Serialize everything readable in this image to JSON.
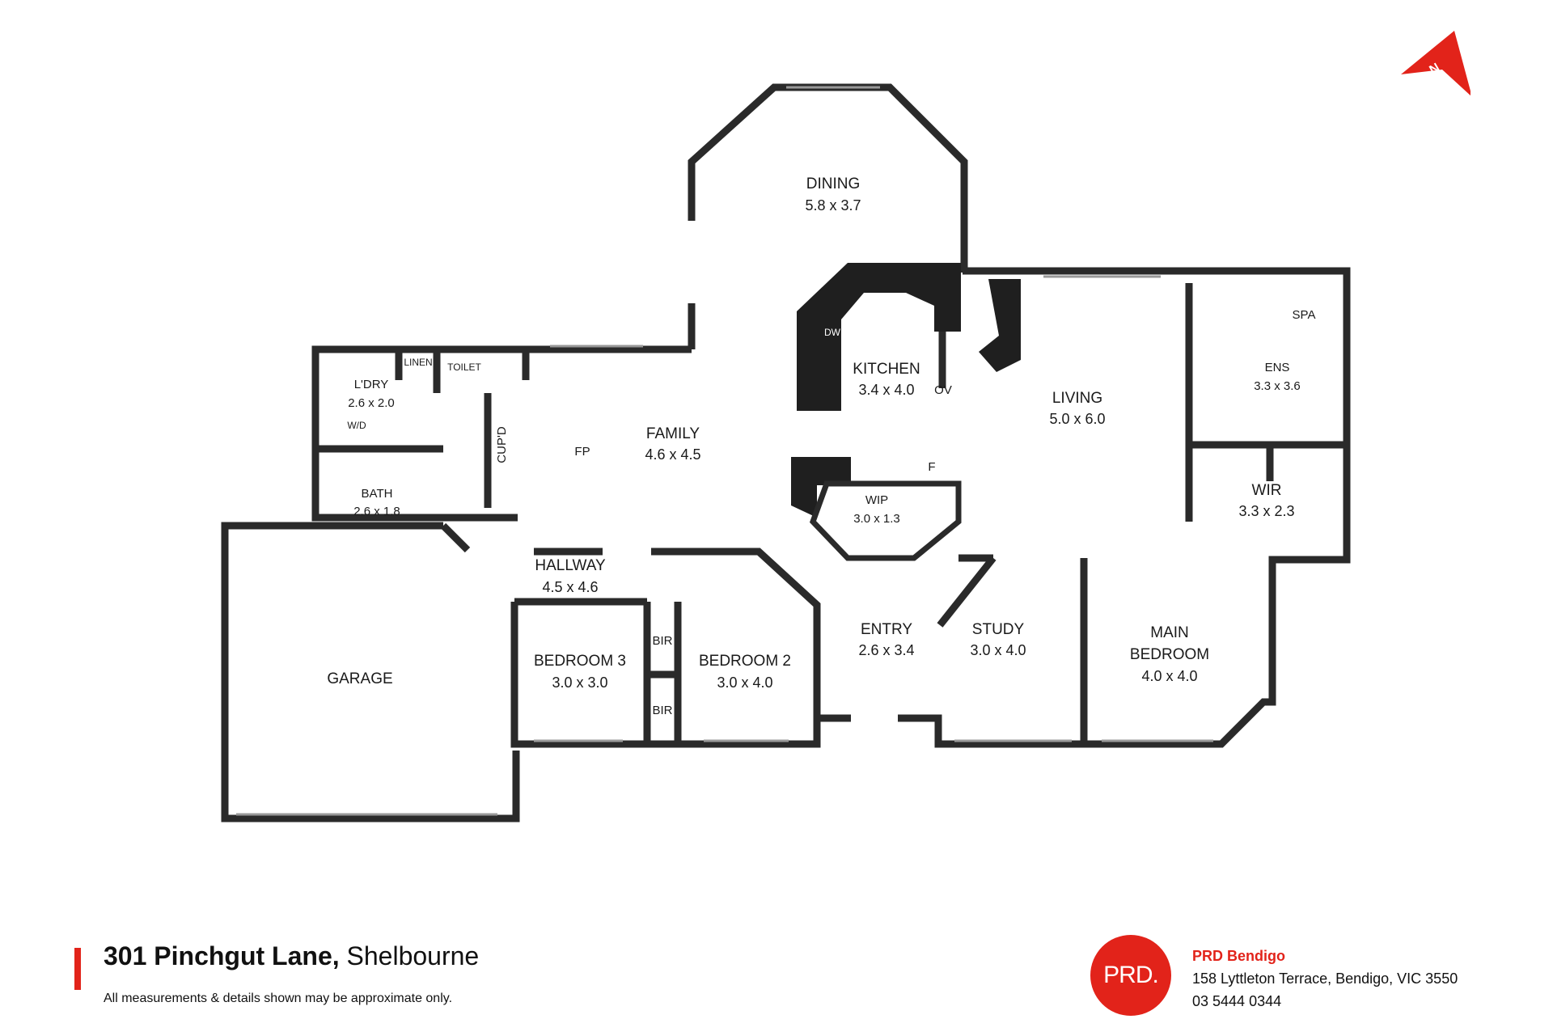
{
  "accent_color": "#e2231a",
  "wall_color": "#2a2a2a",
  "rooms": {
    "dining": {
      "name": "DINING",
      "dim": "5.8 x 3.7"
    },
    "kitchen": {
      "name": "KITCHEN",
      "dim": "3.4 x 4.0"
    },
    "living": {
      "name": "LIVING",
      "dim": "5.0 x 6.0"
    },
    "family": {
      "name": "FAMILY",
      "dim": "4.6 x 4.5"
    },
    "ldry": {
      "name": "L'DRY",
      "dim": "2.6 x 2.0"
    },
    "bath": {
      "name": "BATH",
      "dim": "2.6 x 1.8"
    },
    "ens": {
      "name": "ENS",
      "dim": "3.3 x 3.6"
    },
    "wir": {
      "name": "WIR",
      "dim": "3.3 x 2.3"
    },
    "wip": {
      "name": "WIP",
      "dim": "3.0 x 1.3"
    },
    "hallway": {
      "name": "HALLWAY",
      "dim": "4.5 x 4.6"
    },
    "bedroom3": {
      "name": "BEDROOM 3",
      "dim": "3.0 x 3.0"
    },
    "bedroom2": {
      "name": "BEDROOM 2",
      "dim": "3.0 x 4.0"
    },
    "entry": {
      "name": "ENTRY",
      "dim": "2.6 x 3.4"
    },
    "study": {
      "name": "STUDY",
      "dim": "3.0 x 4.0"
    },
    "main_bedroom": {
      "name_line1": "MAIN",
      "name_line2": "BEDROOM",
      "dim": "4.0 x 4.0"
    },
    "garage": {
      "name": "GARAGE"
    }
  },
  "fixtures": {
    "linen": "LINEN",
    "toilet": "TOILET",
    "cupd": "CUP'D",
    "fp": "FP",
    "wd": "W/D",
    "spa": "SPA",
    "ov": "OV",
    "dw": "DW",
    "fridge": "F",
    "bir1": "BIR",
    "bir2": "BIR"
  },
  "compass": {
    "label": "N",
    "icon": "north-arrow-icon"
  },
  "footer": {
    "address_bold": "301 Pinchgut Lane,",
    "address_suburb": "Shelbourne",
    "disclaimer": "All measurements & details shown may be approximate only.",
    "logo_text": "PRD.",
    "agency_name": "PRD Bendigo",
    "agency_address": "158 Lyttleton Terrace, Bendigo, VIC 3550",
    "agency_phone": "03 5444 0344"
  }
}
